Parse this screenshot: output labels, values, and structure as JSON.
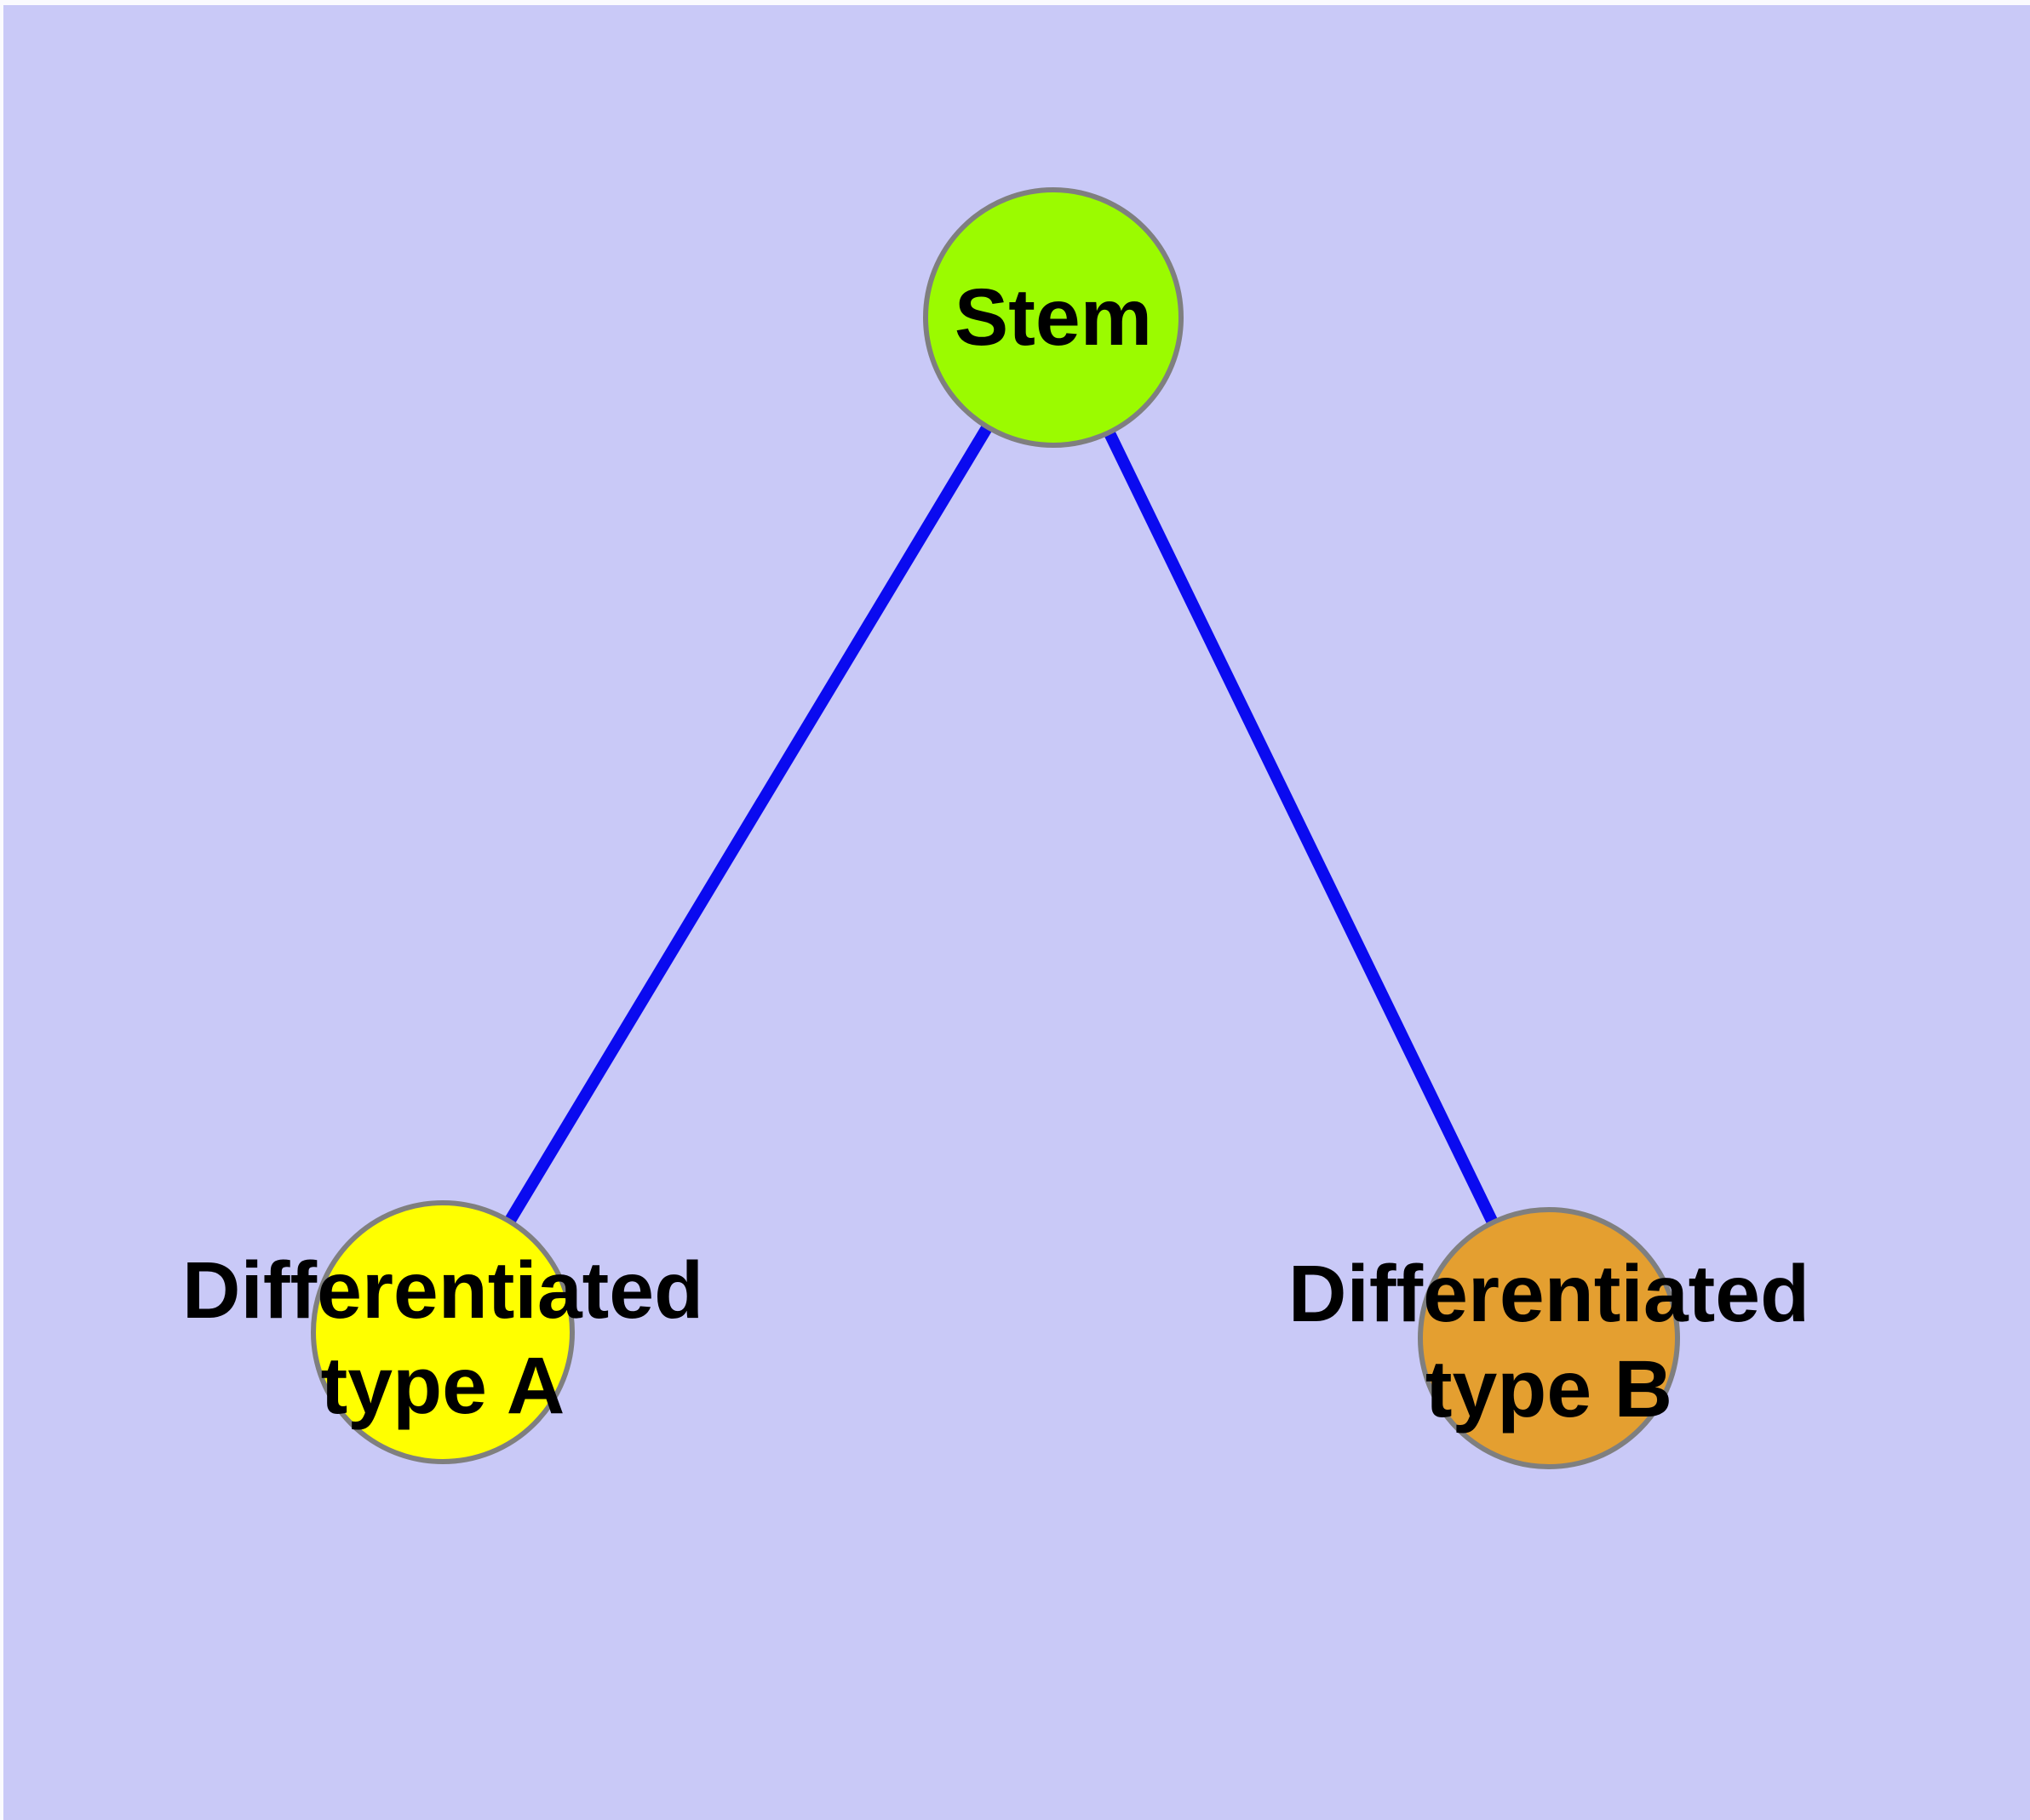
{
  "diagram": {
    "type": "node-link-graph",
    "background_color": "#C9C9F7",
    "margin_color": "#FAFAFE",
    "edge_color": "#0A0AF0",
    "node_border_color": "#7F7F7F",
    "label_color": "#000000",
    "nodes": [
      {
        "id": "stem",
        "label": "Stem",
        "fill": "#9BFB00"
      },
      {
        "id": "differentiated-type-a",
        "label": "Differentiated\ntype A",
        "fill": "#FFFF00"
      },
      {
        "id": "differentiated-type-b",
        "label": "Differentiated\ntype B",
        "fill": "#E49F30"
      }
    ],
    "edges": [
      {
        "from": "stem",
        "to": "differentiated-type-a"
      },
      {
        "from": "stem",
        "to": "differentiated-type-b"
      }
    ]
  }
}
